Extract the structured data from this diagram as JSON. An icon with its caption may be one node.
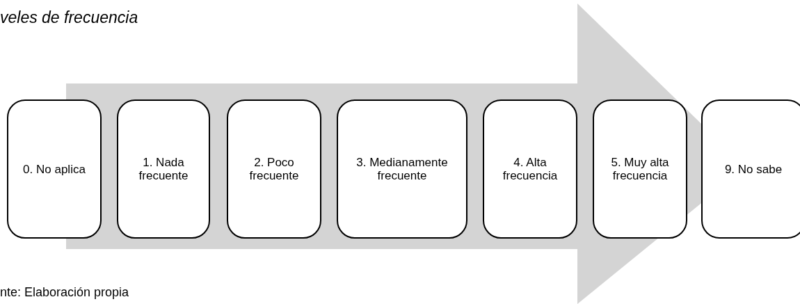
{
  "diagram": {
    "title": "veles de frecuencia",
    "caption": "nte: Elaboración propia",
    "nodes": [
      {
        "text": [
          "0. No aplica"
        ]
      },
      {
        "text": [
          "1. Nada frecuente"
        ]
      },
      {
        "text": [
          "2. Poco frecuente"
        ]
      },
      {
        "text": [
          "3. Medianamente frecuente"
        ]
      },
      {
        "text": [
          "4. Alta frecuencia"
        ]
      },
      {
        "text": [
          "5. Muy alta frecuencia"
        ]
      },
      {
        "text": [
          "9. No sabe"
        ]
      }
    ],
    "edges": [
      {
        "from": 0,
        "to": 6,
        "arrow": "to"
      }
    ]
  }
}
